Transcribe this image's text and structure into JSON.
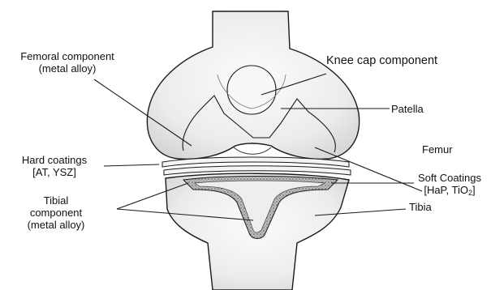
{
  "labels": {
    "femoral_line1": "Femoral component",
    "femoral_line2": "(metal alloy)",
    "knee_cap": "Knee cap component",
    "patella": "Patella",
    "hard_line1": "Hard coatings",
    "hard_line2": "[AT, YSZ]",
    "femur": "Femur",
    "soft_line1": "Soft Coatings",
    "soft_line2_pre": "[HaP, TiO",
    "soft_line2_sub": "2",
    "soft_line2_post": "]",
    "tibial_line1": "Tibial",
    "tibial_line2": "component",
    "tibial_line3": "(metal alloy)",
    "tibia": "Tibia"
  },
  "colors": {
    "bone_fill": "#efefef",
    "outline": "#1a1a1a",
    "coating": "#8a8a8a",
    "text": "#111111"
  }
}
